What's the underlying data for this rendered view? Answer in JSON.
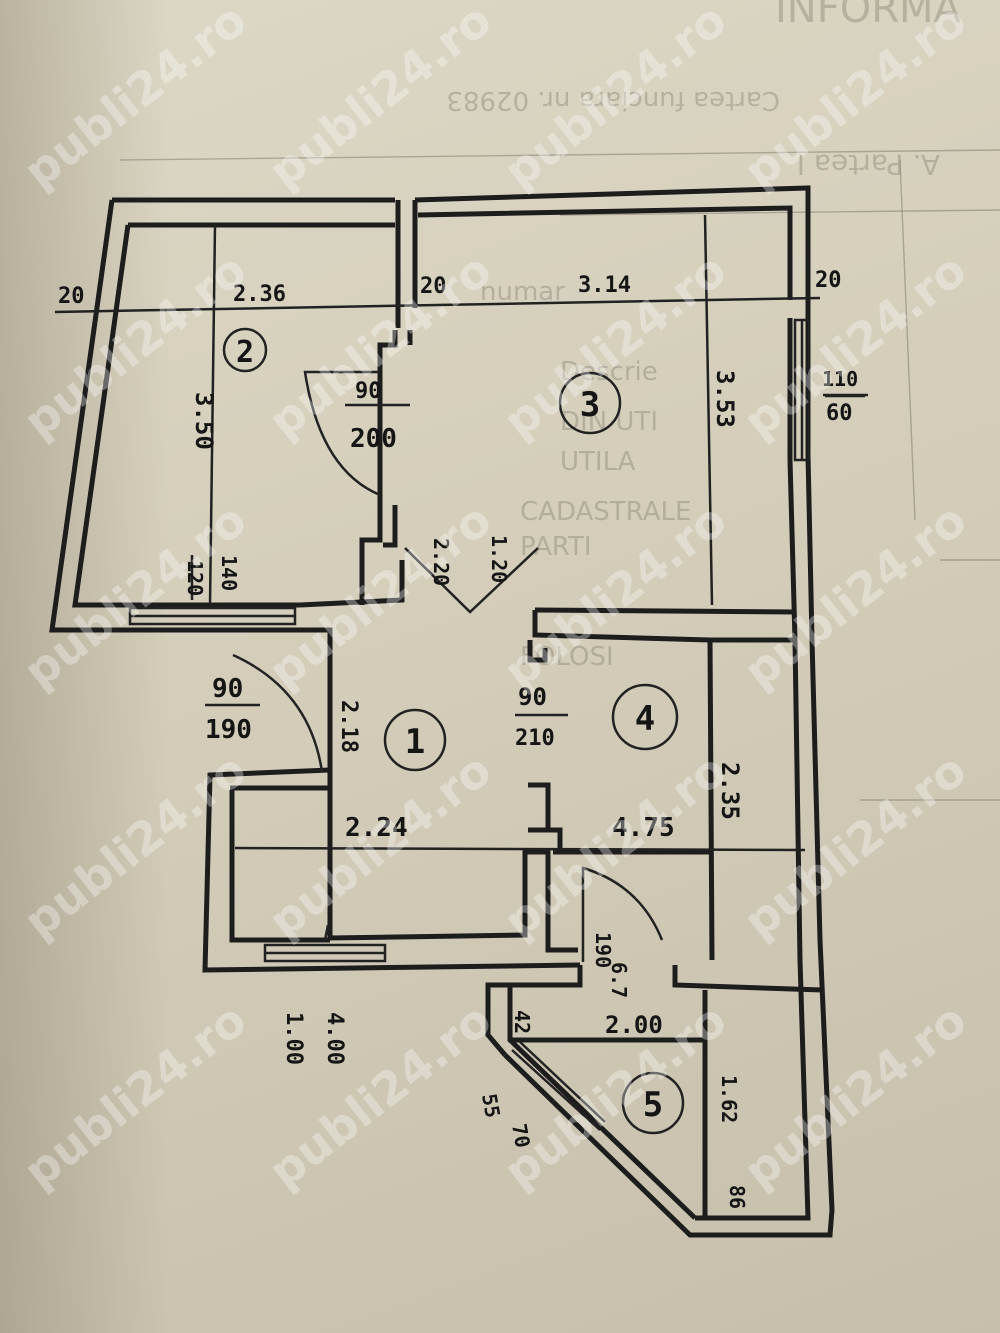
{
  "header": {
    "title_fragment": "INFORMA",
    "cadastre": "Cartea funciara nr. 02983",
    "part": "A. Partea I"
  },
  "watermark": "publi24.ro",
  "background_text": {
    "lines": [
      "numar",
      "Descrie",
      "DIN UTI",
      "UTILA",
      "CADASTRALE",
      "PARTI",
      "FOLOSI"
    ]
  },
  "plan": {
    "rooms": [
      {
        "id": "room-1",
        "number": "1"
      },
      {
        "id": "room-2",
        "number": "2"
      },
      {
        "id": "room-3",
        "number": "3"
      },
      {
        "id": "room-4",
        "number": "4"
      },
      {
        "id": "room-5",
        "number": "5"
      }
    ],
    "dimensions": {
      "wall_left": "20",
      "room2_width": "2.36",
      "wall_mid": "20",
      "room3_width": "3.14",
      "wall_right": "20",
      "room2_height": "3.50",
      "room3_height": "3.53",
      "window_right_top": "110",
      "window_right_bottom": "60",
      "door_23_top": "90",
      "door_23_bottom": "200",
      "closet_1": "140",
      "closet_2": "120",
      "hall_1": "2.20",
      "hall_2": "1.20",
      "door_1_top": "90",
      "door_1_bottom": "190",
      "room1_height": "2.18",
      "door_4_top": "90",
      "door_4_bottom": "210",
      "room4_height": "2.35",
      "room1_width": "2.24",
      "room4_width": "4.75",
      "door_5_a": "6.7",
      "door_5_b": "190",
      "room5_width": "2.00",
      "window_bottom_a": "4.00",
      "window_bottom_b": "1.00",
      "balcony_a": "42",
      "balcony_b": "55",
      "balcony_c": "70",
      "room5_height": "1.62",
      "room5_side": "86"
    }
  }
}
